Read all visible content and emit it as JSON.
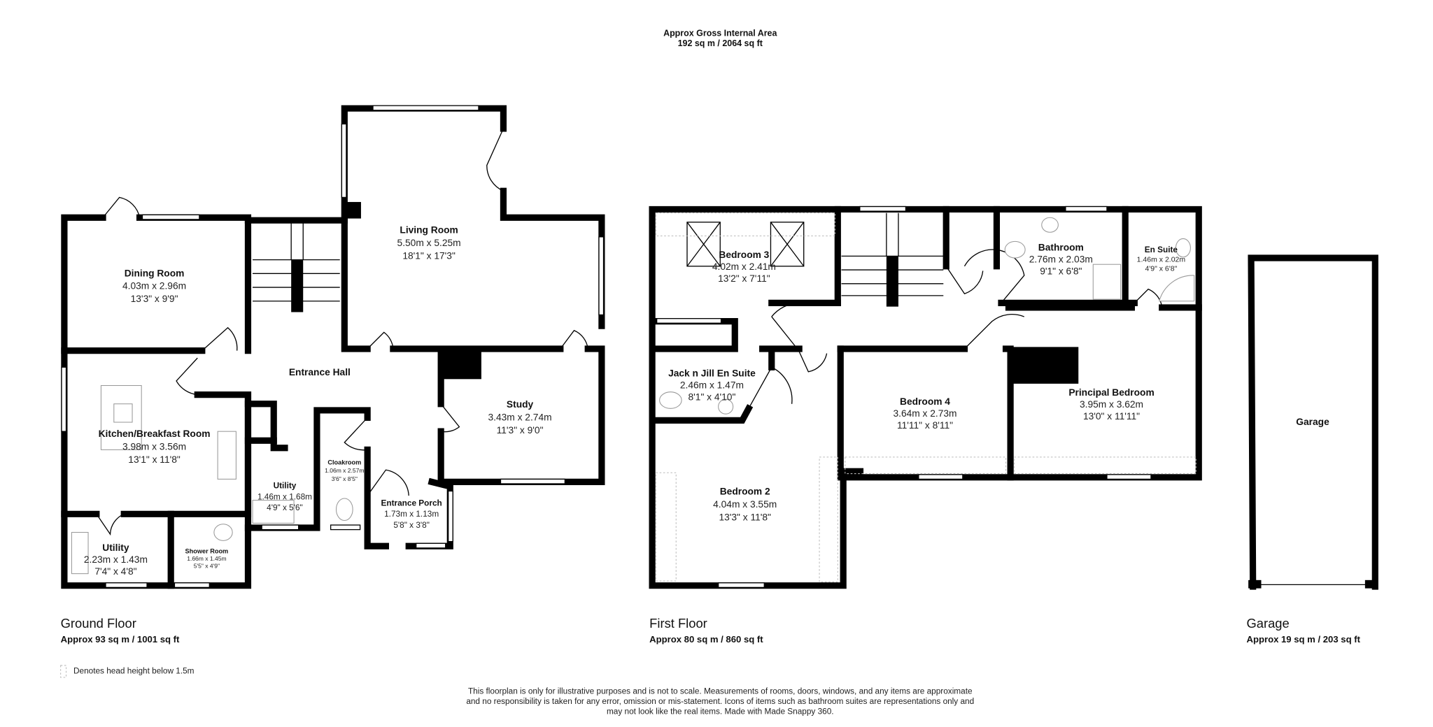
{
  "header": {
    "title": "Approx Gross Internal Area",
    "area": "192 sq m / 2064 sq ft"
  },
  "floors": {
    "ground": {
      "name": "Ground Floor",
      "area": "Approx 93 sq m / 1001 sq ft"
    },
    "first": {
      "name": "First Floor",
      "area": "Approx 80 sq m / 860 sq ft"
    },
    "garage": {
      "name": "Garage",
      "area": "Approx 19 sq m / 203 sq ft"
    }
  },
  "rooms": {
    "dining": {
      "name": "Dining Room",
      "metric": "4.03m x 2.96m",
      "imperial": "13'3\" x 9'9\""
    },
    "living": {
      "name": "Living Room",
      "metric": "5.50m x 5.25m",
      "imperial": "18'1\" x 17'3\""
    },
    "hall": {
      "name": "Entrance Hall"
    },
    "kitchen": {
      "name": "Kitchen/Breakfast Room",
      "metric": "3.98m x 3.56m",
      "imperial": "13'1\" x 11'8\""
    },
    "study": {
      "name": "Study",
      "metric": "3.43m x 2.74m",
      "imperial": "11'3\" x 9'0\""
    },
    "utility1": {
      "name": "Utility",
      "metric": "1.46m x 1.68m",
      "imperial": "4'9\" x 5'6\""
    },
    "cloakroom": {
      "name": "Cloakroom",
      "metric": "1.06m x 2.57m",
      "imperial": "3'6\" x 8'5\""
    },
    "porch": {
      "name": "Entrance Porch",
      "metric": "1.73m x 1.13m",
      "imperial": "5'8\" x 3'8\""
    },
    "utility2": {
      "name": "Utility",
      "metric": "2.23m x 1.43m",
      "imperial": "7'4\" x 4'8\""
    },
    "shower": {
      "name": "Shower Room",
      "metric": "1.66m x 1.45m",
      "imperial": "5'5\" x 4'9\""
    },
    "bed3": {
      "name": "Bedroom 3",
      "metric": "4.02m x 2.41m",
      "imperial": "13'2\" x 7'11\""
    },
    "bathroom": {
      "name": "Bathroom",
      "metric": "2.76m x 2.03m",
      "imperial": "9'1\" x 6'8\""
    },
    "ensuite": {
      "name": "En Suite",
      "metric": "1.46m x 2.02m",
      "imperial": "4'9\" x 6'8\""
    },
    "jackjill": {
      "name": "Jack n Jill En Suite",
      "metric": "2.46m x 1.47m",
      "imperial": "8'1\" x 4'10\""
    },
    "bed4": {
      "name": "Bedroom 4",
      "metric": "3.64m x 2.73m",
      "imperial": "11'11\" x 8'11\""
    },
    "principal": {
      "name": "Principal Bedroom",
      "metric": "3.95m x 3.62m",
      "imperial": "13'0\" x 11'11\""
    },
    "bed2": {
      "name": "Bedroom 2",
      "metric": "4.04m x 3.55m",
      "imperial": "13'3\" x 11'8\""
    },
    "garage": {
      "name": "Garage"
    }
  },
  "legend": {
    "text": "Denotes head height below 1.5m"
  },
  "disclaimer": {
    "line1": "This floorplan is only for illustrative purposes and is not to scale. Measurements of rooms, doors, windows, and any items are approximate",
    "line2": "and no responsibility is taken for any error, omission or mis-statement. Icons of items such as bathroom suites are representations only and",
    "line3": "may not look like the real items. Made with Made Snappy 360."
  }
}
